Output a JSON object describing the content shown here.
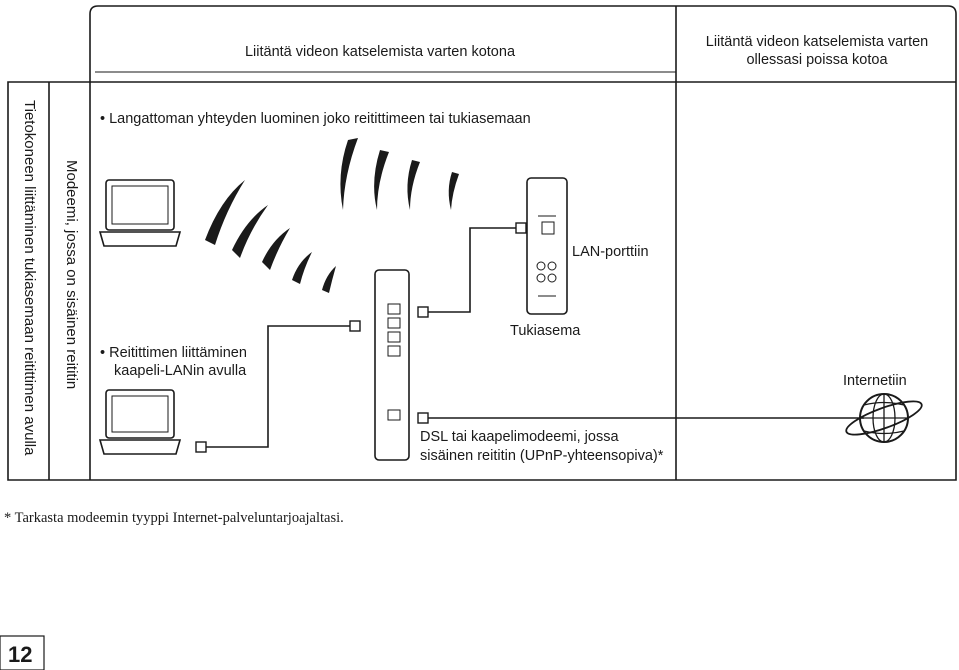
{
  "headers": {
    "home_view": "Liitäntä videon katselemista varten kotona",
    "away_view_line1": "Liitäntä videon katselemista varten",
    "away_view_line2": "ollessasi poissa kotoa"
  },
  "side_labels": {
    "outer": "Tietokoneen liittäminen tukiasemaan reitittimen avulla",
    "inner": "Modeemi, jossa on sisäinen reititin"
  },
  "labels": {
    "wireless_bullet": "Langattoman yhteyden luominen joko reitittimeen tai tukiasemaan",
    "wired_bullet_line1": "Reitittimen liittäminen",
    "wired_bullet_line2": "kaapeli-LANin avulla",
    "lan_port": "LAN-porttiin",
    "base_station": "Tukiasema",
    "modem_line1": "DSL tai kaapelimodeemi, jossa",
    "modem_line2": "sisäinen reititin (UPnP-yhteensopiva)*",
    "internet": "Internetiin"
  },
  "footnote": "* Tarkasta modeemin tyyppi Internet-palveluntarjoajaltasi.",
  "page_number": "12",
  "colors": {
    "line": "#1a1a1a",
    "background": "#ffffff"
  }
}
